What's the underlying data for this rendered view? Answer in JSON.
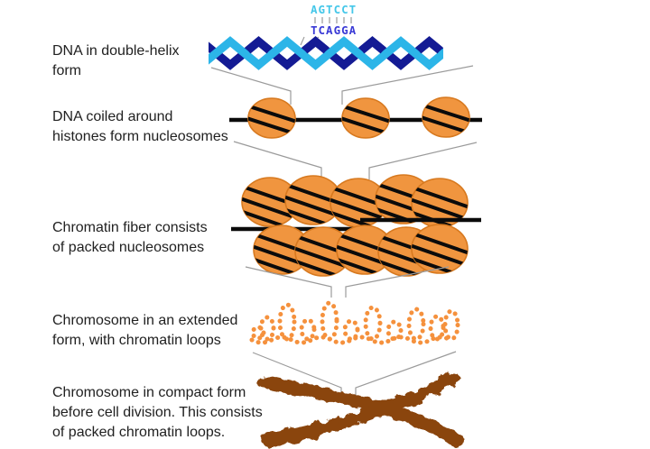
{
  "figure": {
    "description_visible_text_only": true,
    "sequence": {
      "top_strand": "AGTCCT",
      "bottom_strand": "TCAGGA"
    },
    "levels": [
      {
        "structure": "dna-double-helix",
        "label_lines": [
          "DNA in double-helix",
          "form"
        ]
      },
      {
        "structure": "nucleosomes-beads-on-string",
        "label_lines": [
          "DNA coiled around",
          "histones form nucleosomes"
        ]
      },
      {
        "structure": "chromatin-fiber",
        "label_lines": [
          "Chromatin fiber consists",
          "of packed nucleosomes"
        ]
      },
      {
        "structure": "extended-chromosome-loops",
        "label_lines": [
          "Chromosome in an extended",
          "form, with chromatin loops"
        ]
      },
      {
        "structure": "compact-chromosome",
        "label_lines": [
          "Chromosome in compact form",
          "before cell division. This consists",
          "of packed chromatin loops."
        ]
      }
    ],
    "colors": {
      "dna_strand_light": "#2CB5E8",
      "dna_strand_dark": "#141B94",
      "sequence_top_text": "#45C7E9",
      "sequence_bottom_text": "#3A3AD6",
      "nucleosome_fill": "#F0953F",
      "nucleosome_border": "#D7791F",
      "loop_dots": "#F5913D",
      "compact_chromosome": "#8A4511",
      "connector_lines": "#9B9B9B",
      "label_text": "#212121"
    }
  }
}
